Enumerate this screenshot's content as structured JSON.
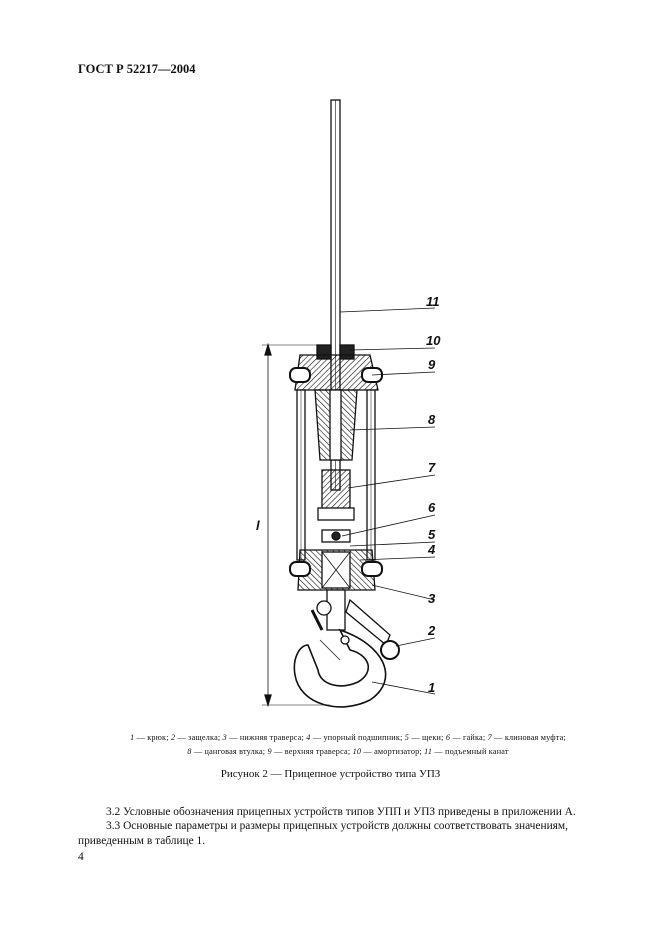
{
  "header": {
    "doc_code": "ГОСТ Р 52217—2004"
  },
  "figure": {
    "callouts": [
      "11",
      "10",
      "9",
      "8",
      "7",
      "6",
      "5",
      "4",
      "3",
      "2",
      "1"
    ],
    "dimension_label": "l"
  },
  "legend": {
    "items": [
      {
        "num": "1",
        "text": "крюк"
      },
      {
        "num": "2",
        "text": "защелка"
      },
      {
        "num": "3",
        "text": "нижняя траверса"
      },
      {
        "num": "4",
        "text": "упорный подшипник"
      },
      {
        "num": "5",
        "text": "щеки"
      },
      {
        "num": "6",
        "text": "гайка"
      },
      {
        "num": "7",
        "text": "клиновая муфта"
      },
      {
        "num": "8",
        "text": "цанговая втулка"
      },
      {
        "num": "9",
        "text": "верхняя траверса"
      },
      {
        "num": "10",
        "text": "амортизатор"
      },
      {
        "num": "11",
        "text": "подъемный канат"
      }
    ]
  },
  "caption": "Рисунок 2 — Прицепное устройство типа УПЗ",
  "paragraphs": [
    "3.2 Условные обозначения прицепных устройств типов УПП и УПЗ приведены в приложении А.",
    "3.3 Основные параметры и размеры прицепных устройств должны соответствовать значениям, приведенным в таблице 1."
  ],
  "page_number": "4"
}
